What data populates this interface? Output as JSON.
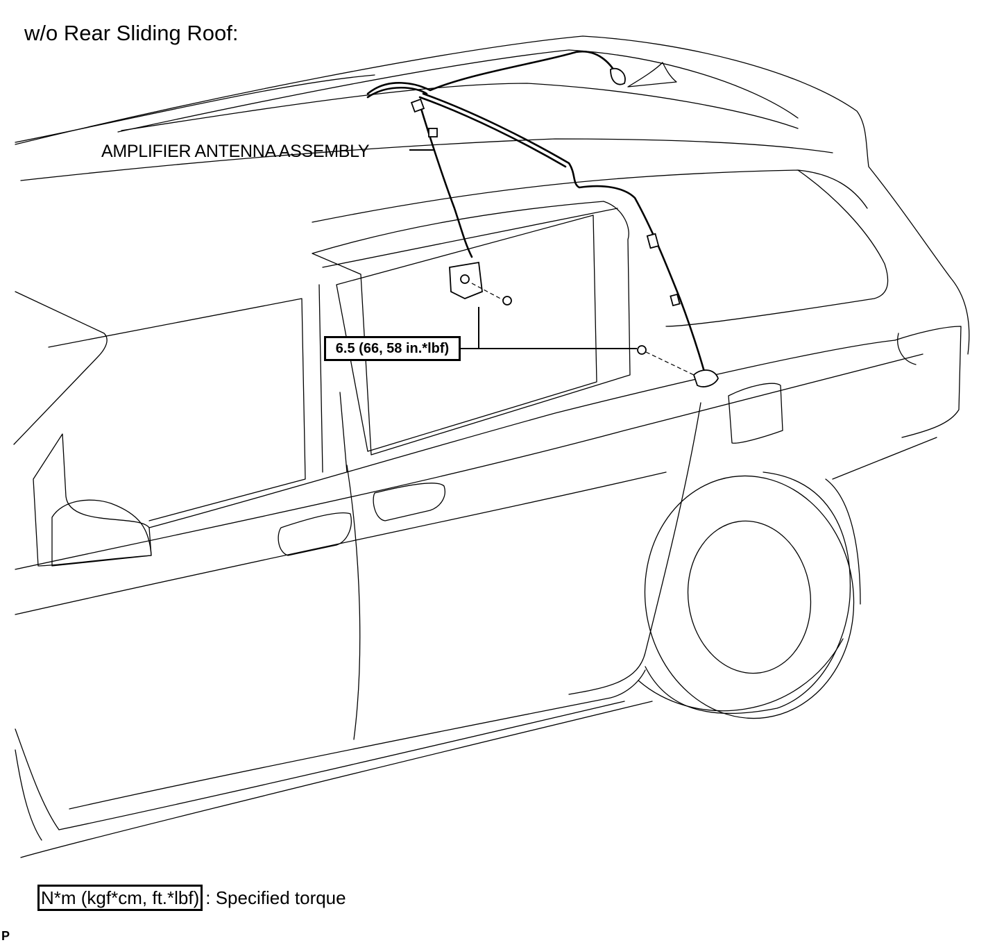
{
  "title": "w/o Rear Sliding Roof:",
  "part_label": "AMPLIFIER ANTENNA ASSEMBLY",
  "torque_spec": "6.5 (66, 58 in.*lbf)",
  "legend": {
    "unit_box": "N*m (kgf*cm, ft.*lbf)",
    "description": ": Specified torque"
  },
  "corner_mark": "P"
}
